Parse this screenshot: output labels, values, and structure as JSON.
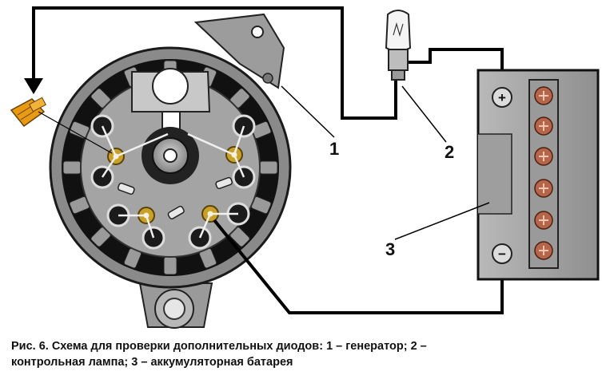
{
  "labels": {
    "generator_number": "1",
    "lamp_number": "2",
    "battery_number": "3"
  },
  "battery": {
    "positive_symbol": "+",
    "negative_symbol": "−"
  },
  "caption": {
    "line1": "Рис. 6. Схема для проверки дополнительных диодов: 1 – генератор; 2 –",
    "line2": "контрольная лампа; 3 – аккумуляторная батарея"
  },
  "colors": {
    "wire": "#000000",
    "housing": "#8e8e8e",
    "battery_body": "#a9a9a9",
    "terminal_gold": "#c9a12a",
    "connector_orange": "#e89a12"
  },
  "icons": [
    "alternator-icon",
    "lamp-icon",
    "battery-icon",
    "connector-icon"
  ]
}
